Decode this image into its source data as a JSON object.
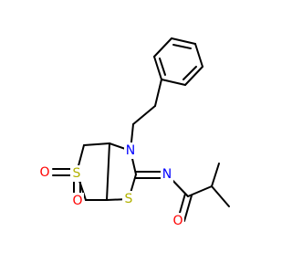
{
  "molecule": {
    "colors": {
      "bond": "#000000",
      "S": "#b2b200",
      "N": "#0000ff",
      "O": "#ff0000"
    },
    "atoms": {
      "o_sulfone_left": "O",
      "s_sulfone": "S",
      "o_sulfone_bottom": "O",
      "n_ring": "N",
      "s_thiazolidine": "S",
      "n_imine": "N",
      "o_carbonyl": "O"
    }
  }
}
